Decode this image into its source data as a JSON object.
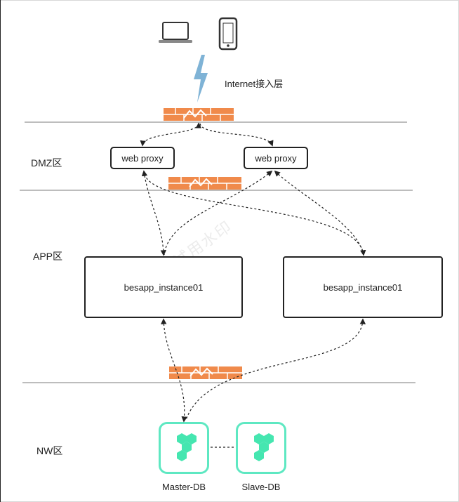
{
  "internet_label": "Internet接入层",
  "zones": {
    "dmz": "DMZ区",
    "app": "APP区",
    "nw": "NW区"
  },
  "proxies": {
    "left": "web proxy",
    "right": "web proxy"
  },
  "apps": {
    "left": "besapp_instance01",
    "right": "besapp_instance01"
  },
  "dbs": {
    "master": "Master-DB",
    "slave": "Slave-DB"
  },
  "watermark": "试用水印",
  "colors": {
    "firewall": "#f08a4b",
    "db_border": "#5ee8c2",
    "db_icon": "#45e6b0",
    "lightning": "#7fb3d6"
  },
  "icons": {
    "laptop": "laptop-icon",
    "phone": "phone-icon",
    "lightning": "lightning-icon",
    "firewall": "firewall-icon",
    "database": "database-icon"
  }
}
